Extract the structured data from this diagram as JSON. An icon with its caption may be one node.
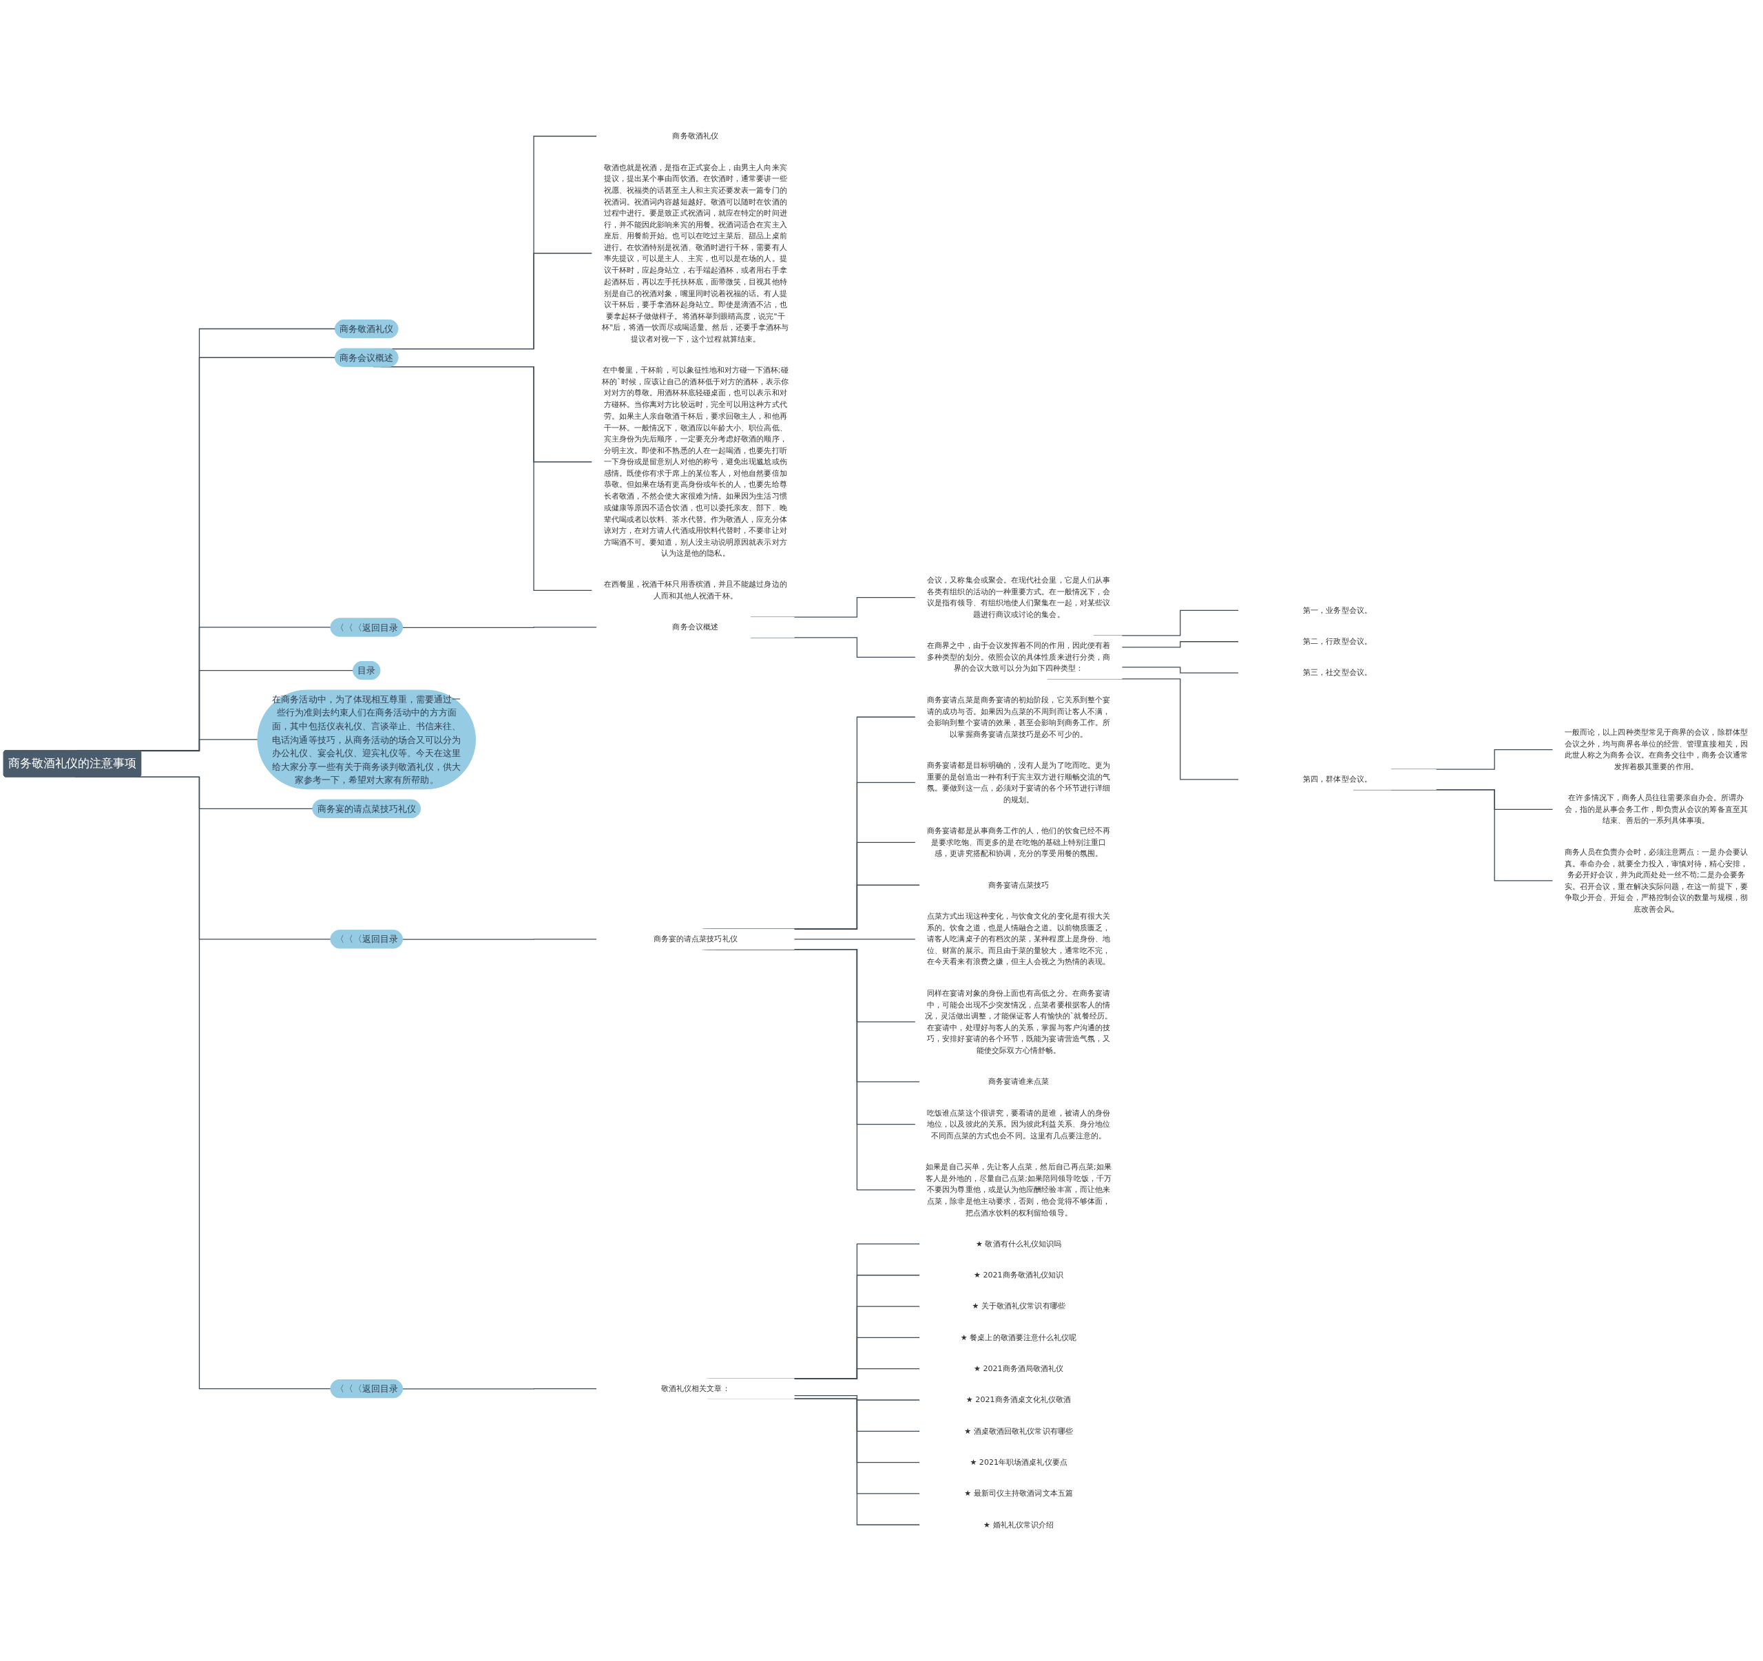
{
  "diagram": {
    "nodes": [
      {
        "text": [
          "商务敬酒礼仪的注意事项"
        ]
      },
      {
        "text": [
          "在商务活动中，为了体现相互尊重，需要通过一些行为准则去约束人们在商务活动中的方方面面，其中包括仪表礼仪、言谈举止、书信来往、电话沟通等技巧，从商务活动的场合又可以分为办公礼仪、宴会礼仪、迎宾礼仪等。今天在这里给大家分享一些有关于商务谈判敬酒礼仪，供大家参考一下，希望对大家有所帮助。"
        ]
      },
      {
        "text": [
          "商务敬酒礼仪"
        ]
      },
      {
        "text": [
          "商务会议概述"
        ]
      },
      {
        "text": [
          "商务敬酒礼仪"
        ]
      },
      {
        "text": [
          "敬酒也就是祝酒，是指在正式宴会上，由男主人向来宾提议，提出某个事由而饮酒。在饮酒时，通常要讲一些祝愿、祝福类的话甚至主人和主宾还要发表一篇专门的祝酒词。祝酒词内容越短越好。敬酒可以随时在饮酒的过程中进行。要是致正式祝酒词，就应在特定的时间进行，并不能因此影响来宾的用餐。祝酒词适合在宾主入座后、用餐前开始。也可以在吃过主菜后、甜品上桌前进行。在饮酒特别是祝酒、敬酒时进行干杯，需要有人率先提议，可以是主人、主宾，也可以是在场的人。提议干杯时，应起身站立，右手端起酒杯，或者用右手拿起酒杯后，再以左手托扶杯底，面带微笑，目视其他特别是自己的祝酒对象，嘴里同时说着祝福的话。有人提议干杯后，要手拿酒杯起身站立。即使是滴酒不沾，也要拿起杯子做做样子。将酒杯举到眼睛高度，说完\"干杯\"后，将酒一饮而尽或喝适量。然后，还要手拿酒杯与提议者对视一下，这个过程就算结束。"
        ]
      },
      {
        "text": [
          "在中餐里，干杯前，可以象征性地和对方碰一下酒杯;碰杯的`时候，应该让自己的酒杯低于对方的酒杯，表示你对对方的尊敬。用酒杯杯底轻碰桌面，也可以表示和对方碰杯。当你离对方比较远时，完全可以用这种方式代劳。如果主人亲自敬酒干杯后，要求回敬主人，和他再干一杯。一般情况下，敬酒应以年龄大小、职位高低、宾主身份为先后顺序，一定要充分考虑好敬酒的顺序，分明主次。即使和不熟悉的人在一起喝酒，也要先打听一下身份或是留意别人对他的称号，避免出现尴尬或伤感情。既使你有求于席上的某位客人，对他自然要倍加恭敬。但如果在场有更高身份或年长的人，也要先给尊长者敬酒，不然会使大家很难为情。如果因为生活习惯或健康等原因不适合饮酒，也可以委托亲友、部下、晚辈代喝或者以饮料、茶水代替。作为敬酒人，应充分体谅对方，在对方请人代酒或用饮料代替时，不要非让对方喝酒不可。要知道，别人没主动说明原因就表示对方认为这是他的隐私。"
        ]
      },
      {
        "text": [
          "在西餐里，祝酒干杯只用香槟酒，并且不能越过身边的人而和其他人祝酒干杯。"
        ]
      },
      {
        "text": [
          "〈〈〈返回目录"
        ]
      },
      {
        "text": [
          "商务会议概述"
        ]
      },
      {
        "text": [
          "会议，又称集会或聚会。在现代社会里，它是人们从事各类有组织的活动的一种重要方式。在一般情况下，会议是指有领导、有组织地使人们聚集在一起，对某些议题进行商议或讨论的集会。"
        ]
      },
      {
        "text": [
          "在商界之中，由于会议发挥着不同的作用，因此便有着多种类型的划分。依照会议的具体性质来进行分类，商界的会议大致可以分为如下四种类型："
        ]
      },
      {
        "text": [
          "第一，业务型会议。"
        ]
      },
      {
        "text": [
          "第二，行政型会议。"
        ]
      },
      {
        "text": [
          "第三，社交型会议。"
        ]
      },
      {
        "text": [
          "第四，群体型会议。"
        ]
      },
      {
        "text": [
          "一般而论，以上四种类型常见于商界的会议，除群体型会议之外，均与商界各单位的经营、管理直接相关，因此世人称之为商务会议。在商务交往中，商务会议通常发挥着极其重要的作用。"
        ]
      },
      {
        "text": [
          "在许多情况下，商务人员往往需要亲自办会。所谓办会，指的是从事会务工作，即负责从会议的筹备直至其结束、善后的一系列具体事项。"
        ]
      },
      {
        "text": [
          "商务人员在负责办会时，必须注意两点：一是办会要认真。奉命办会，就要全力投入，审慎对待，精心安排，务必开好会议，并为此而处处一丝不苟;二是办会要务实。召开会议，重在解决实际问题，在这一前提下，要争取少开会、开短会，严格控制会议的数量与规模，彻底改善会风。"
        ]
      },
      {
        "text": [
          "目录"
        ]
      },
      {
        "text": [
          "商务宴的请点菜技巧礼仪"
        ]
      },
      {
        "text": [
          "〈〈〈返回目录"
        ]
      },
      {
        "text": [
          "商务宴的请点菜技巧礼仪"
        ]
      },
      {
        "text": [
          "商务宴请点菜是商务宴请的初始阶段，它关系到整个宴请的成功与否。如果因为点菜的不周到而让客人不满，会影响到整个宴请的效果，甚至会影响到商务工作。所以掌握商务宴请点菜技巧是必不可少的。"
        ]
      },
      {
        "text": [
          "商务宴请都是目标明确的，没有人是为了吃而吃。更为重要的是创造出一种有利于宾主双方进行顺畅交流的气氛。要做到这一点，必须对于宴请的各个环节进行详细的规划。"
        ]
      },
      {
        "text": [
          "商务宴请都是从事商务工作的人，他们的饮食已经不再是要求吃饱、而更多的是在吃饱的基础上特别注重口感，更讲究搭配和协调，充分的享受用餐的氛围。"
        ]
      },
      {
        "text": [
          "商务宴请点菜技巧"
        ]
      },
      {
        "text": [
          "点菜方式出现这种变化，与饮食文化的变化是有很大关系的。饮食之道，也是人情融合之道。以前物质匮乏，请客人吃满桌子的有档次的菜，某种程度上是身份、地位、财富的展示。而且由于菜的量较大，通常吃不完，在今天看来有浪费之嫌，但主人会视之为热情的表现。"
        ]
      },
      {
        "text": [
          "同样在宴请对象的身份上面也有高低之分。在商务宴请中，可能会出现不少突发情况，点菜者要根据客人的情况，灵活做出调整，才能保证客人有愉快的`就餐经历。在宴请中，处理好与客人的关系，掌握与客户沟通的技巧，安排好宴请的各个环节，既能为宴请营造气氛，又能使交际双方心情舒畅。"
        ]
      },
      {
        "text": [
          "商务宴请谁来点菜"
        ]
      },
      {
        "text": [
          "吃饭谁点菜这个很讲究，要看请的是谁，被请人的身份地位，以及彼此的关系。因为彼此利益关系、身分地位不同而点菜的方式也会不同。这里有几点要注意的。"
        ]
      },
      {
        "text": [
          "如果是自己买单，先让客人点菜，然后自己再点菜;如果客人是外地的，尽量自己点菜;如果陪同领导吃饭，千万不要因为尊重他，或是认为他应酬经验丰富，而让他来点菜，除非是他主动要求，否则，他会觉得不够体面，把点酒水饮料的权利留给领导。"
        ]
      },
      {
        "text": [
          "〈〈〈返回目录"
        ]
      },
      {
        "text": [
          "敬酒礼仪相关文章："
        ]
      },
      {
        "text": [
          "★ 敬酒有什么礼仪知识吗"
        ]
      },
      {
        "text": [
          "★ 2021商务敬酒礼仪知识"
        ]
      },
      {
        "text": [
          "★ 关于敬酒礼仪常识有哪些"
        ]
      },
      {
        "text": [
          "★ 餐桌上的敬酒要注意什么礼仪呢"
        ]
      },
      {
        "text": [
          "★ 2021商务酒局敬酒礼仪"
        ]
      },
      {
        "text": [
          "★ 2021商务酒桌文化礼仪敬酒"
        ]
      },
      {
        "text": [
          "★ 酒桌敬酒回敬礼仪常识有哪些"
        ]
      },
      {
        "text": [
          "★ 2021年职场酒桌礼仪要点"
        ]
      },
      {
        "text": [
          "★ 最新司仪主持敬酒词文本五篇"
        ]
      },
      {
        "text": [
          "★ 婚礼礼仪常识介绍"
        ]
      }
    ],
    "edges": [
      {
        "from": 0,
        "to": 1,
        "arrow": "none"
      },
      {
        "from": 0,
        "to": 2,
        "arrow": "none"
      },
      {
        "from": 0,
        "to": 3,
        "arrow": "none"
      },
      {
        "from": 3,
        "to": 4,
        "arrow": "none"
      },
      {
        "from": 3,
        "to": 5,
        "arrow": "none"
      },
      {
        "from": 3,
        "to": 6,
        "arrow": "none"
      },
      {
        "from": 3,
        "to": 7,
        "arrow": "none"
      },
      {
        "from": 0,
        "to": 8,
        "arrow": "none"
      },
      {
        "from": 8,
        "to": 9,
        "arrow": "none"
      },
      {
        "from": 9,
        "to": 10,
        "arrow": "none"
      },
      {
        "from": 9,
        "to": 11,
        "arrow": "none"
      },
      {
        "from": 11,
        "to": 12,
        "arrow": "none"
      },
      {
        "from": 11,
        "to": 13,
        "arrow": "none"
      },
      {
        "from": 11,
        "to": 14,
        "arrow": "none"
      },
      {
        "from": 11,
        "to": 15,
        "arrow": "none"
      },
      {
        "from": 15,
        "to": 16,
        "arrow": "none"
      },
      {
        "from": 15,
        "to": 17,
        "arrow": "none"
      },
      {
        "from": 15,
        "to": 18,
        "arrow": "none"
      },
      {
        "from": 0,
        "to": 19,
        "arrow": "none"
      },
      {
        "from": 0,
        "to": 20,
        "arrow": "none"
      },
      {
        "from": 0,
        "to": 21,
        "arrow": "none"
      },
      {
        "from": 21,
        "to": 22,
        "arrow": "none"
      },
      {
        "from": 22,
        "to": 23,
        "arrow": "none"
      },
      {
        "from": 22,
        "to": 24,
        "arrow": "none"
      },
      {
        "from": 22,
        "to": 25,
        "arrow": "none"
      },
      {
        "from": 22,
        "to": 26,
        "arrow": "none"
      },
      {
        "from": 22,
        "to": 27,
        "arrow": "none"
      },
      {
        "from": 22,
        "to": 28,
        "arrow": "none"
      },
      {
        "from": 22,
        "to": 29,
        "arrow": "none"
      },
      {
        "from": 22,
        "to": 30,
        "arrow": "none"
      },
      {
        "from": 22,
        "to": 31,
        "arrow": "none"
      },
      {
        "from": 0,
        "to": 32,
        "arrow": "none"
      },
      {
        "from": 32,
        "to": 33,
        "arrow": "none"
      },
      {
        "from": 33,
        "to": 34,
        "arrow": "none"
      },
      {
        "from": 33,
        "to": 35,
        "arrow": "none"
      },
      {
        "from": 33,
        "to": 36,
        "arrow": "none"
      },
      {
        "from": 33,
        "to": 37,
        "arrow": "none"
      },
      {
        "from": 33,
        "to": 38,
        "arrow": "none"
      },
      {
        "from": 33,
        "to": 39,
        "arrow": "none"
      },
      {
        "from": 33,
        "to": 40,
        "arrow": "none"
      },
      {
        "from": 33,
        "to": 41,
        "arrow": "none"
      },
      {
        "from": 33,
        "to": 42,
        "arrow": "none"
      },
      {
        "from": 33,
        "to": 43,
        "arrow": "none"
      }
    ]
  }
}
